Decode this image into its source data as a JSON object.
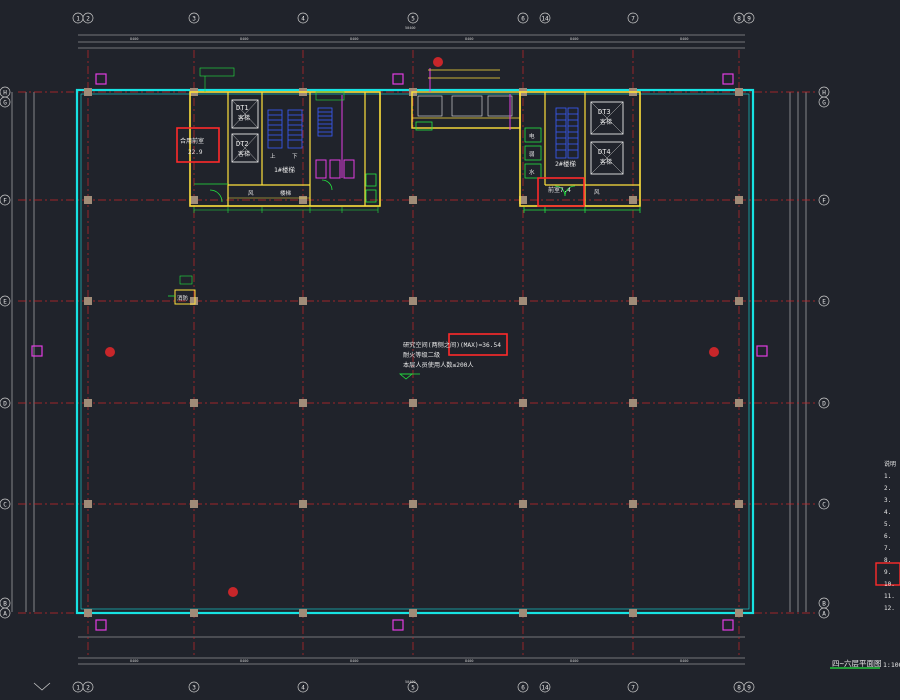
{
  "grid": {
    "columns": [
      "1",
      "2",
      "3",
      "4",
      "5",
      "6",
      "14",
      "7",
      "8",
      "9"
    ],
    "rows": [
      "H",
      "G",
      "F",
      "E",
      "D",
      "C",
      "B",
      "A"
    ]
  },
  "labels": {
    "dt1": "DT1",
    "dt1_sub": "客梯",
    "dt2": "DT2",
    "dt2_sub": "客梯",
    "dt3": "DT3",
    "dt3_sub": "客梯",
    "dt4": "DT4",
    "dt4_sub": "客梯",
    "stair1": "1#楼梯",
    "stair2": "2#楼梯",
    "up": "上",
    "down": "下",
    "wind": "风",
    "stair_small": "楼梯",
    "room_left_line1": "合用前室",
    "room_left_area": "22.9",
    "room_right": "前室7.4",
    "water": "水",
    "electric": "电",
    "weak": "弱",
    "fire_room": "消防",
    "center_note_line1": "研究空间(两侧之间)(MAX)=36.54",
    "center_note_line2": "耐火等级二级",
    "center_note_line3": "本层人员使用人数≤200人",
    "drawing_title": "四~六层平面图",
    "drawing_scale": "1:100"
  },
  "notes_right": [
    "说明",
    "1.",
    "2.",
    "3.",
    "4.",
    "5.",
    "6.",
    "7.",
    "8.",
    "9.",
    "10.",
    "11.",
    "12."
  ],
  "colors": {
    "background": "#20232b",
    "outer_wall": "#17e2e2",
    "axis_red": "#c8262a",
    "column": "#a08c78",
    "yellow": "#ffe13c",
    "green": "#23e640",
    "magenta": "#e23ce2",
    "blue": "#3a5cff",
    "white": "#e8e8e8",
    "dim": "#c9c9c9"
  }
}
